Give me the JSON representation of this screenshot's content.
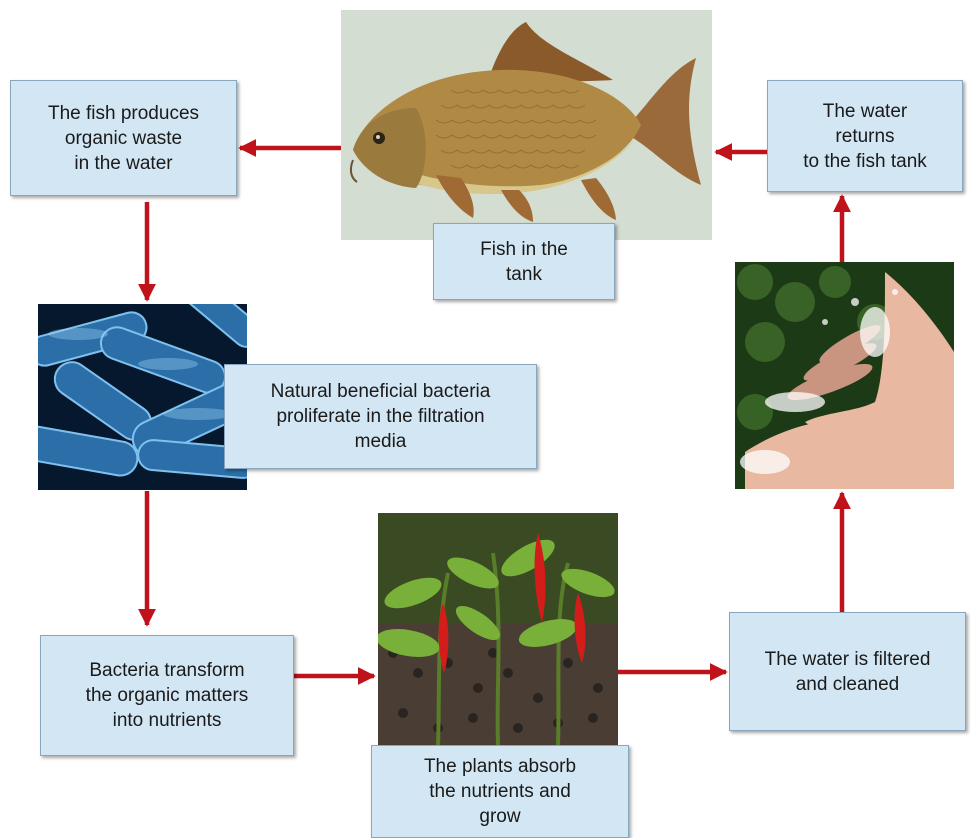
{
  "diagram": {
    "nodes": {
      "fish_tank": {
        "lines": [
          "Fish in the",
          "tank"
        ]
      },
      "fish_waste": {
        "lines": [
          "The fish produces",
          "organic waste",
          "in the water"
        ]
      },
      "bacteria": {
        "lines": [
          "Natural beneficial bacteria",
          "proliferate in the filtration",
          "media"
        ]
      },
      "transform": {
        "lines": [
          "Bacteria transform",
          "the organic matters",
          "into nutrients"
        ]
      },
      "plants": {
        "lines": [
          "The plants absorb",
          "the nutrients and",
          "grow"
        ]
      },
      "filtered": {
        "lines": [
          "The water is filtered",
          "and cleaned"
        ]
      },
      "returns": {
        "lines": [
          "The water",
          "returns",
          "to the fish tank"
        ]
      }
    },
    "images": {
      "fish": "carp-fish-illustration",
      "bacteria": "rod-bacteria-microscope-image",
      "plants": "chili-pepper-plants-in-clay-pebbles",
      "water": "hands-with-splashing-water"
    },
    "colors": {
      "box_fill": "#d3e6f3",
      "box_border": "#8aa6bd",
      "arrow": "#c0121a"
    }
  }
}
